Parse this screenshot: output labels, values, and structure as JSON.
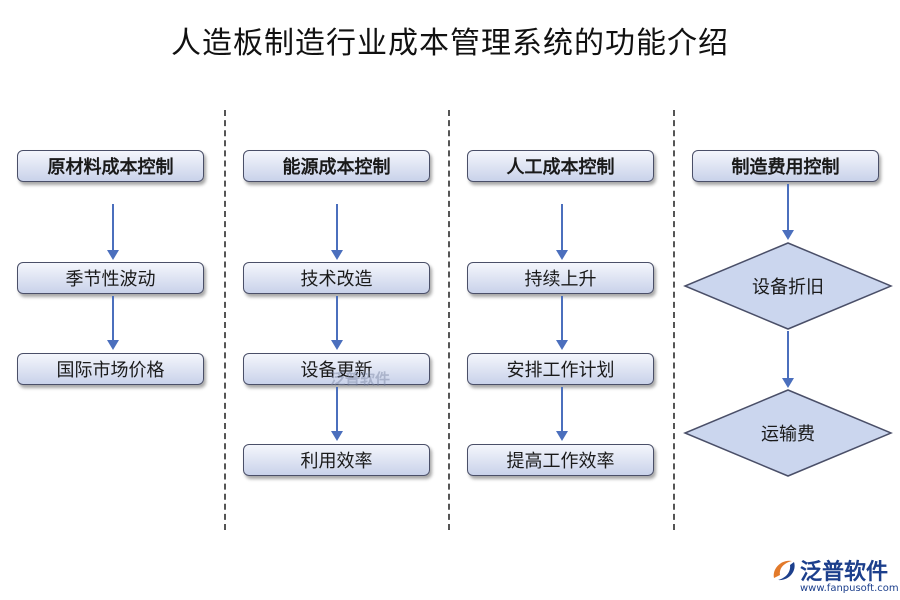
{
  "title": "人造板制造行业成本管理系统的功能介绍",
  "columns": [
    {
      "header": "原材料成本控制",
      "items": [
        "季节性波动",
        "国际市场价格"
      ]
    },
    {
      "header": "能源成本控制",
      "items": [
        "技术改造",
        "设备更新",
        "利用效率"
      ]
    },
    {
      "header": "人工成本控制",
      "items": [
        "持续上升",
        "安排工作计划",
        "提高工作效率"
      ]
    },
    {
      "header": "制造费用控制",
      "items": [
        "设备折旧",
        "运输费"
      ]
    }
  ],
  "watermark": "泛普软件",
  "brand": {
    "name": "泛普软件",
    "url": "www.fanpusoft.com"
  },
  "colors": {
    "arrow": "#4b6fbd",
    "diamond_fill": "#cbd6ee",
    "diamond_stroke": "#4a4f68",
    "brand": "#1c3f8c"
  }
}
